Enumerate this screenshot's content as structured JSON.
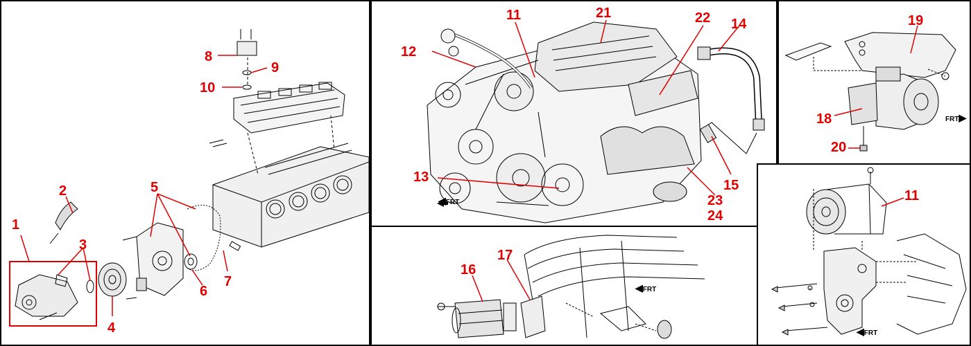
{
  "callouts": {
    "c1": "1",
    "c2": "2",
    "c3": "3",
    "c4": "4",
    "c5": "5",
    "c6": "6",
    "c7": "7",
    "c8": "8",
    "c9": "9",
    "c10": "10",
    "c11a": "11",
    "c12": "12",
    "c13": "13",
    "c14": "14",
    "c15": "15",
    "c21": "21",
    "c22": "22",
    "c23": "23",
    "c24": "24",
    "c16": "16",
    "c17": "17",
    "c18": "18",
    "c19": "19",
    "c20": "20",
    "c11b": "11"
  },
  "front_marker": "FRT",
  "colors": {
    "callout": "#e00000",
    "line": "#000000",
    "highlight_box": "#e00000"
  }
}
